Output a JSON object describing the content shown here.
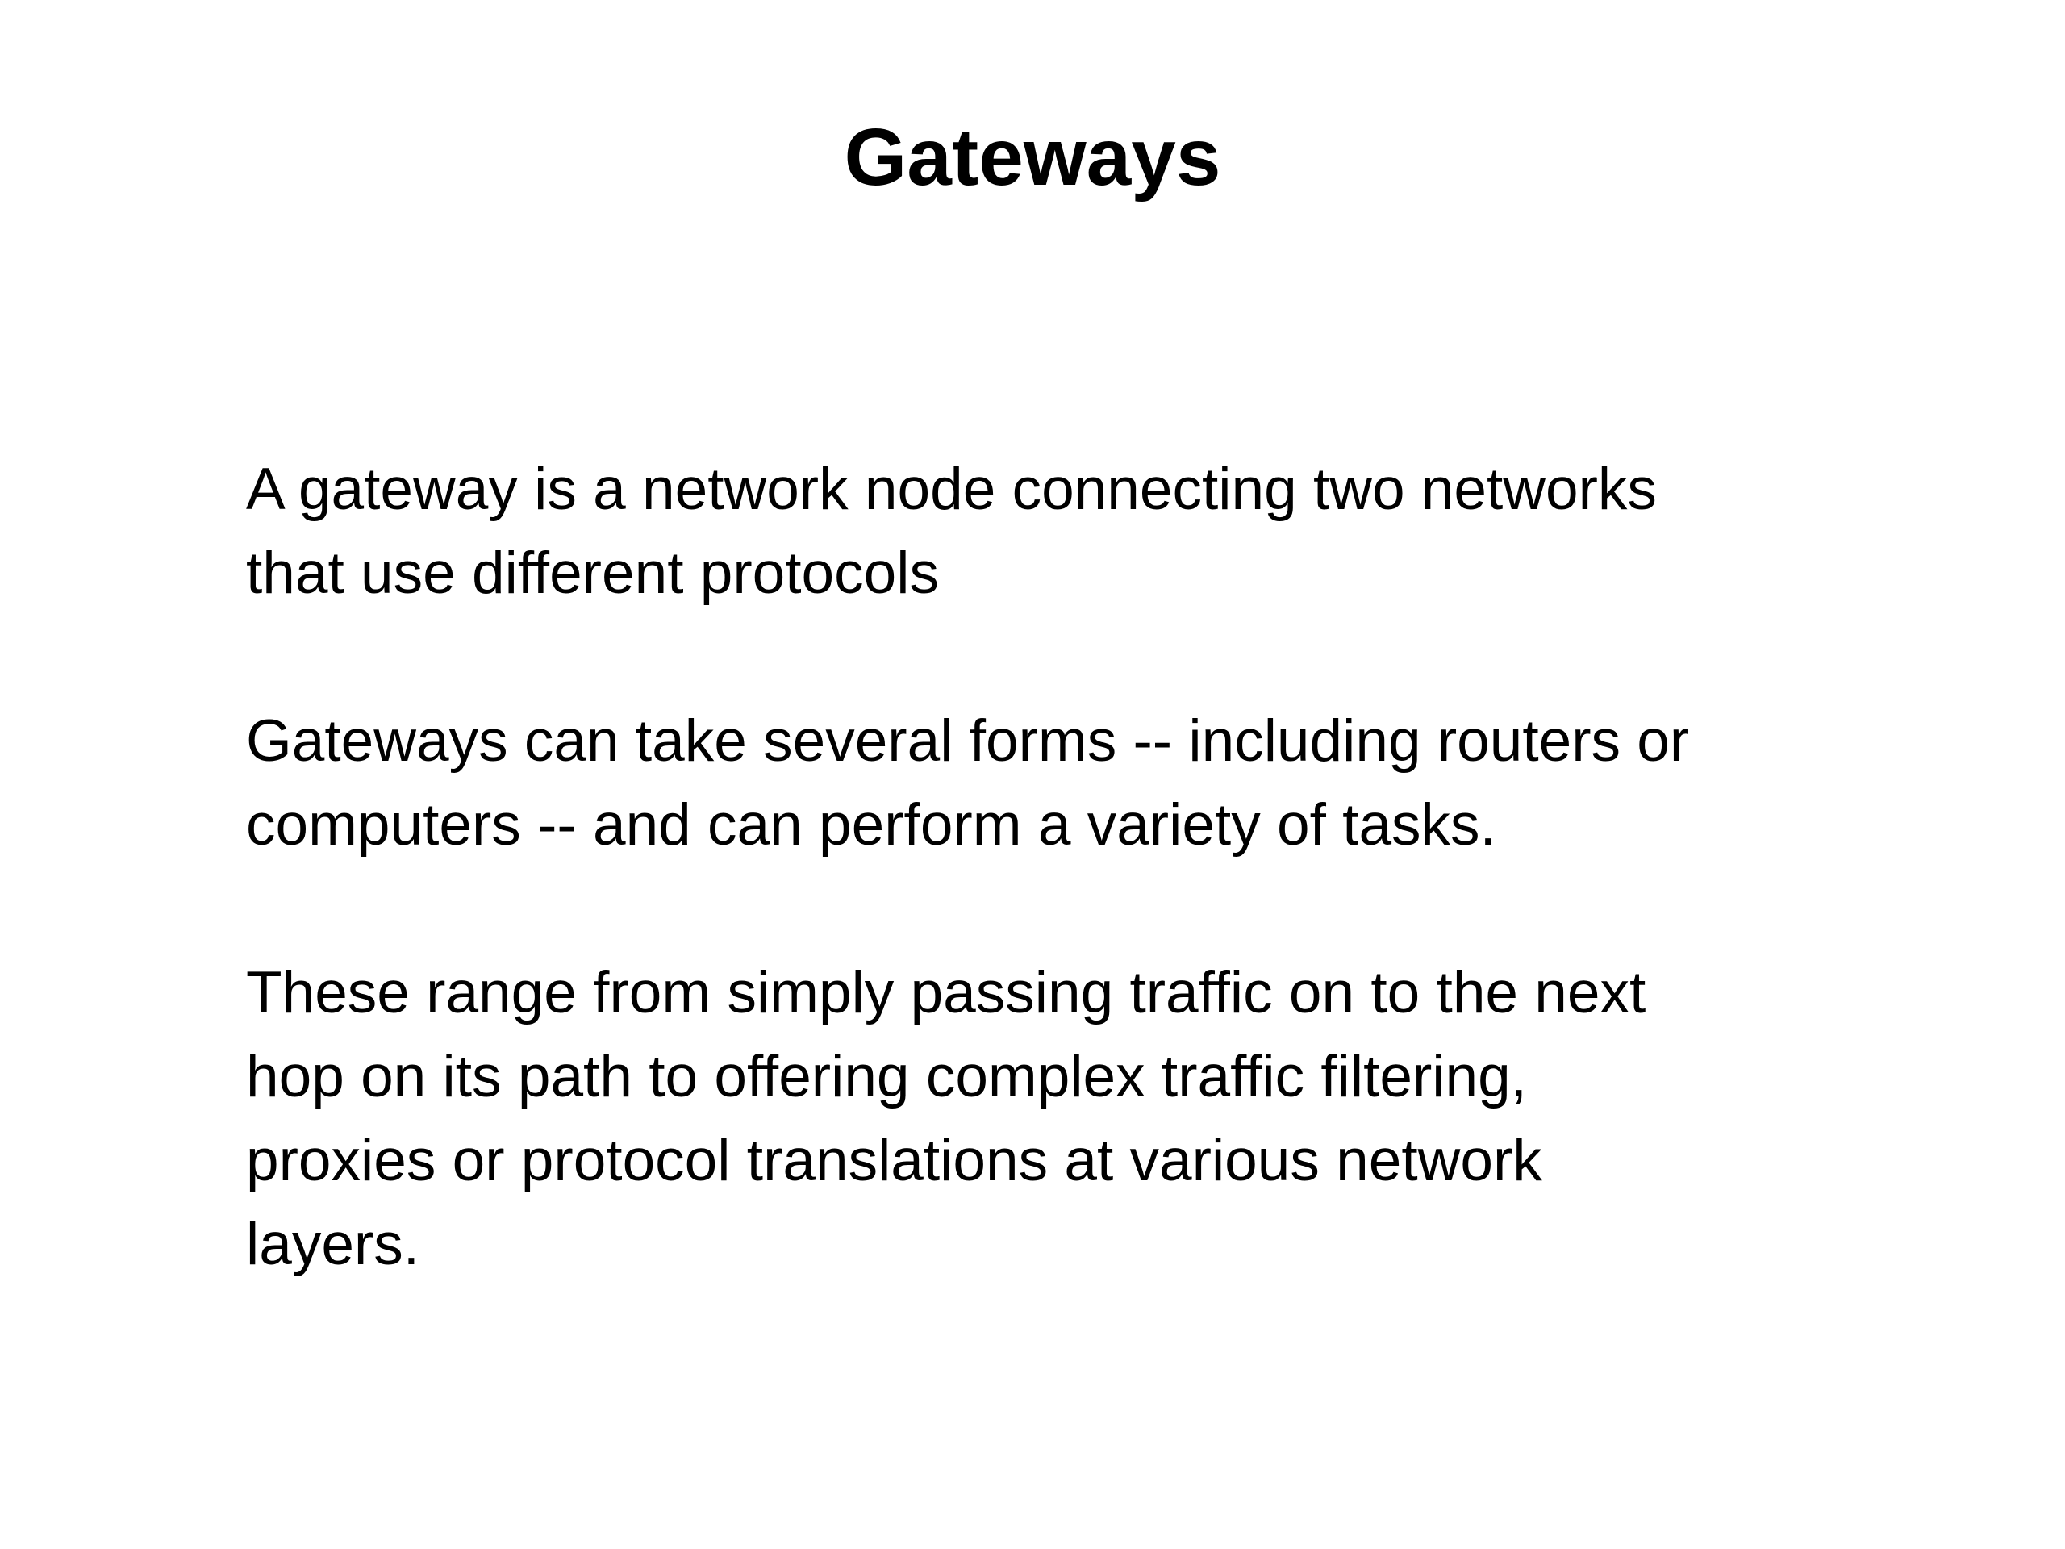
{
  "slide": {
    "title": "Gateways",
    "paragraphs": [
      {
        "lines": [
          "A gateway is a network node connecting two networks",
          "that use different protocols"
        ]
      },
      {
        "lines": [
          "Gateways can take several forms -- including routers or",
          "computers -- and can perform a variety of tasks."
        ]
      },
      {
        "lines": [
          "These range from simply passing traffic on to the next",
          "hop on its path to offering complex traffic filtering,",
          "proxies or protocol translations at various network",
          "layers."
        ]
      }
    ]
  },
  "colors": {
    "background": "#ffffff",
    "text": "#000000"
  }
}
